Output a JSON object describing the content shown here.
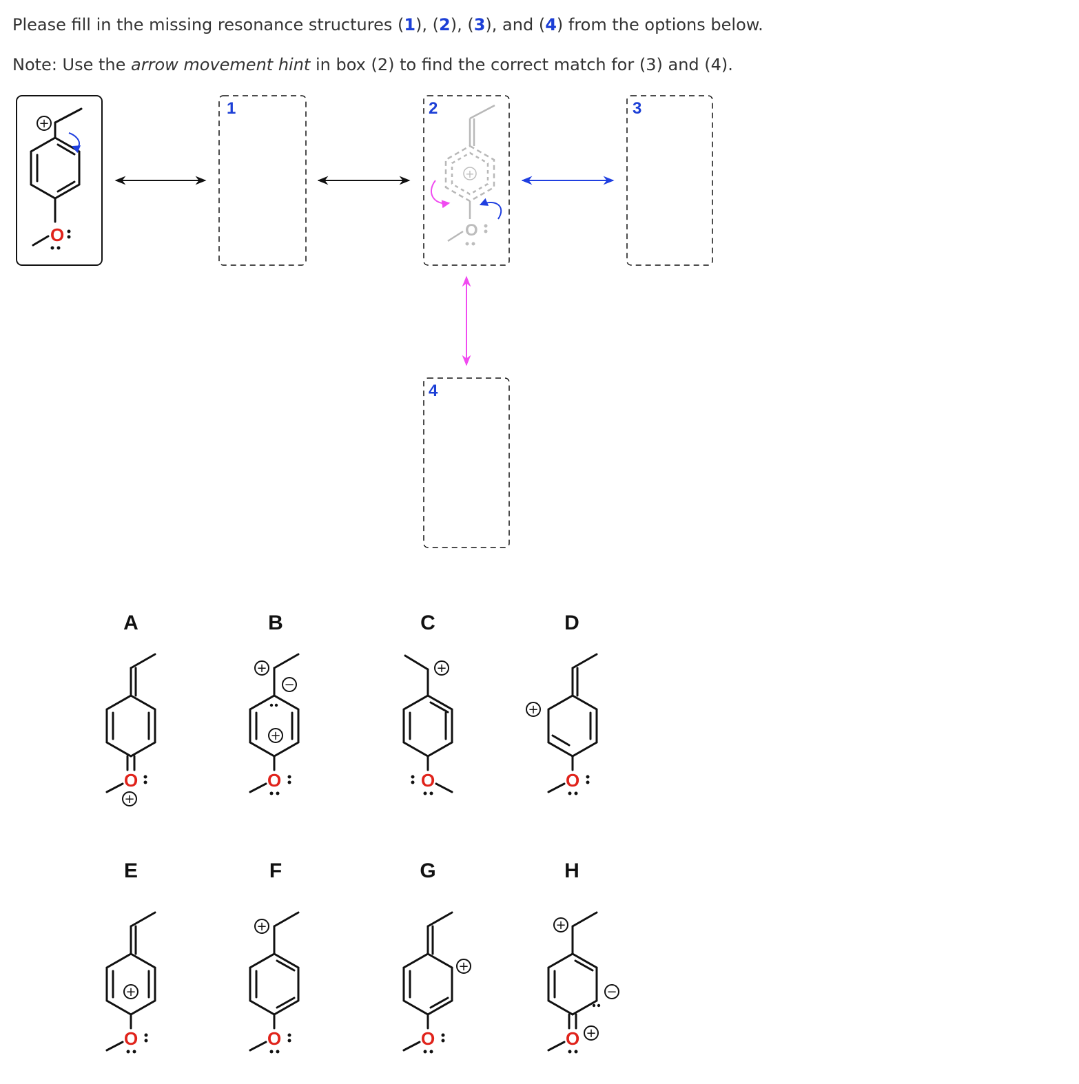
{
  "question": {
    "line1_prefix": "Please fill in the missing resonance structures (",
    "n1": "1",
    "sep1": "), (",
    "n2": "2",
    "sep2": "), (",
    "n3": "3",
    "sep3": "), and (",
    "n4": "4",
    "line1_suffix": ") from the options below.",
    "line2_prefix": "Note: Use the ",
    "line2_italic": "arrow movement hint",
    "line2_suffix": " in box (2) to find the correct match for (3) and (4)."
  },
  "answer_boxes": [
    {
      "label": "1"
    },
    {
      "label": "2"
    },
    {
      "label": "3"
    },
    {
      "label": "4"
    }
  ],
  "atom_labels": {
    "oxygen": "O",
    "plus": "+",
    "minus": "−"
  },
  "colors": {
    "box_label": "#1c3fd6",
    "oxygen": "#e0231b",
    "arrow_black": "#111111",
    "arrow_blue": "#1f3fe0",
    "arrow_magenta": "#f04bf0",
    "hint_grey": "#bdbdbd"
  },
  "options": [
    {
      "label": "A"
    },
    {
      "label": "B"
    },
    {
      "label": "C"
    },
    {
      "label": "D"
    },
    {
      "label": "E"
    },
    {
      "label": "F"
    },
    {
      "label": "G"
    },
    {
      "label": "H"
    }
  ]
}
